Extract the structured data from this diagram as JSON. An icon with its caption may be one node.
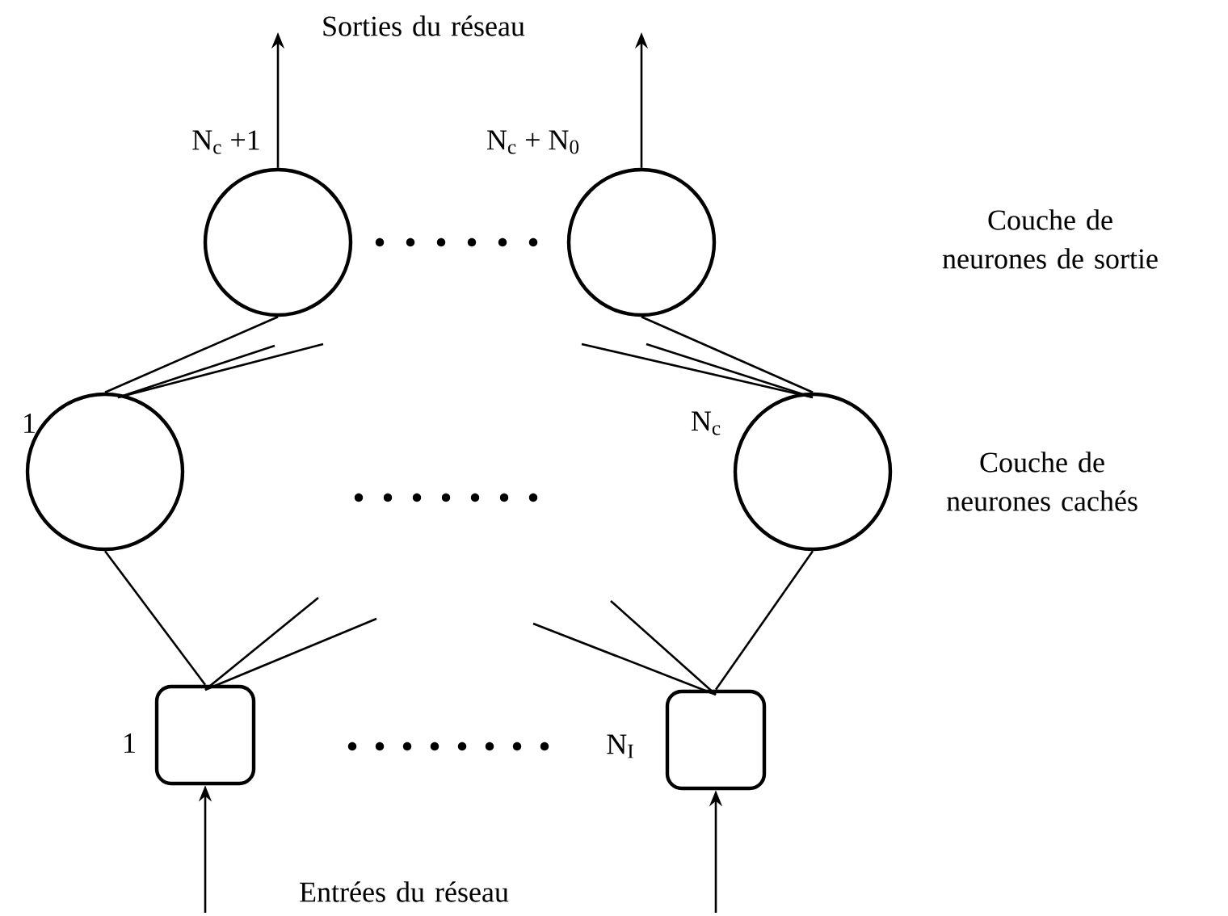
{
  "diagram": {
    "nodes": [
      {
        "text": [],
        "shape": "circle",
        "beside": [
          "N$_{c}$ +1"
        ]
      },
      {
        "text": [],
        "shape": "circle",
        "beside": [
          "N$_{c}$ + N$_{0}$"
        ]
      },
      {
        "text": [],
        "shape": "circle",
        "beside": [
          "1"
        ]
      },
      {
        "text": [],
        "shape": "circle",
        "beside": [
          "N$_{c}$"
        ]
      },
      {
        "text": [],
        "shape": "box",
        "beside": [
          "1"
        ]
      },
      {
        "text": [],
        "shape": "box",
        "beside": [
          "N$_{I}$"
        ]
      }
    ],
    "edges": [
      {
        "from": 2,
        "to": 0,
        "arrow": "none"
      },
      {
        "from": 1,
        "to": 3,
        "arrow": "none"
      },
      {
        "from": 4,
        "to": 2,
        "arrow": "none"
      },
      {
        "from": 5,
        "to": 3,
        "arrow": "none"
      },
      {
        "from": null,
        "to": 4,
        "arrow": "to"
      },
      {
        "from": null,
        "to": 5,
        "arrow": "to"
      },
      {
        "from": 0,
        "to": null,
        "arrow": "to"
      },
      {
        "from": 1,
        "to": null,
        "arrow": "to"
      }
    ],
    "labels": [
      "Sorties du réseau",
      "Couche de neurones de sortie",
      "Couche de neurones cachés",
      "Entrées du réseau"
    ]
  }
}
